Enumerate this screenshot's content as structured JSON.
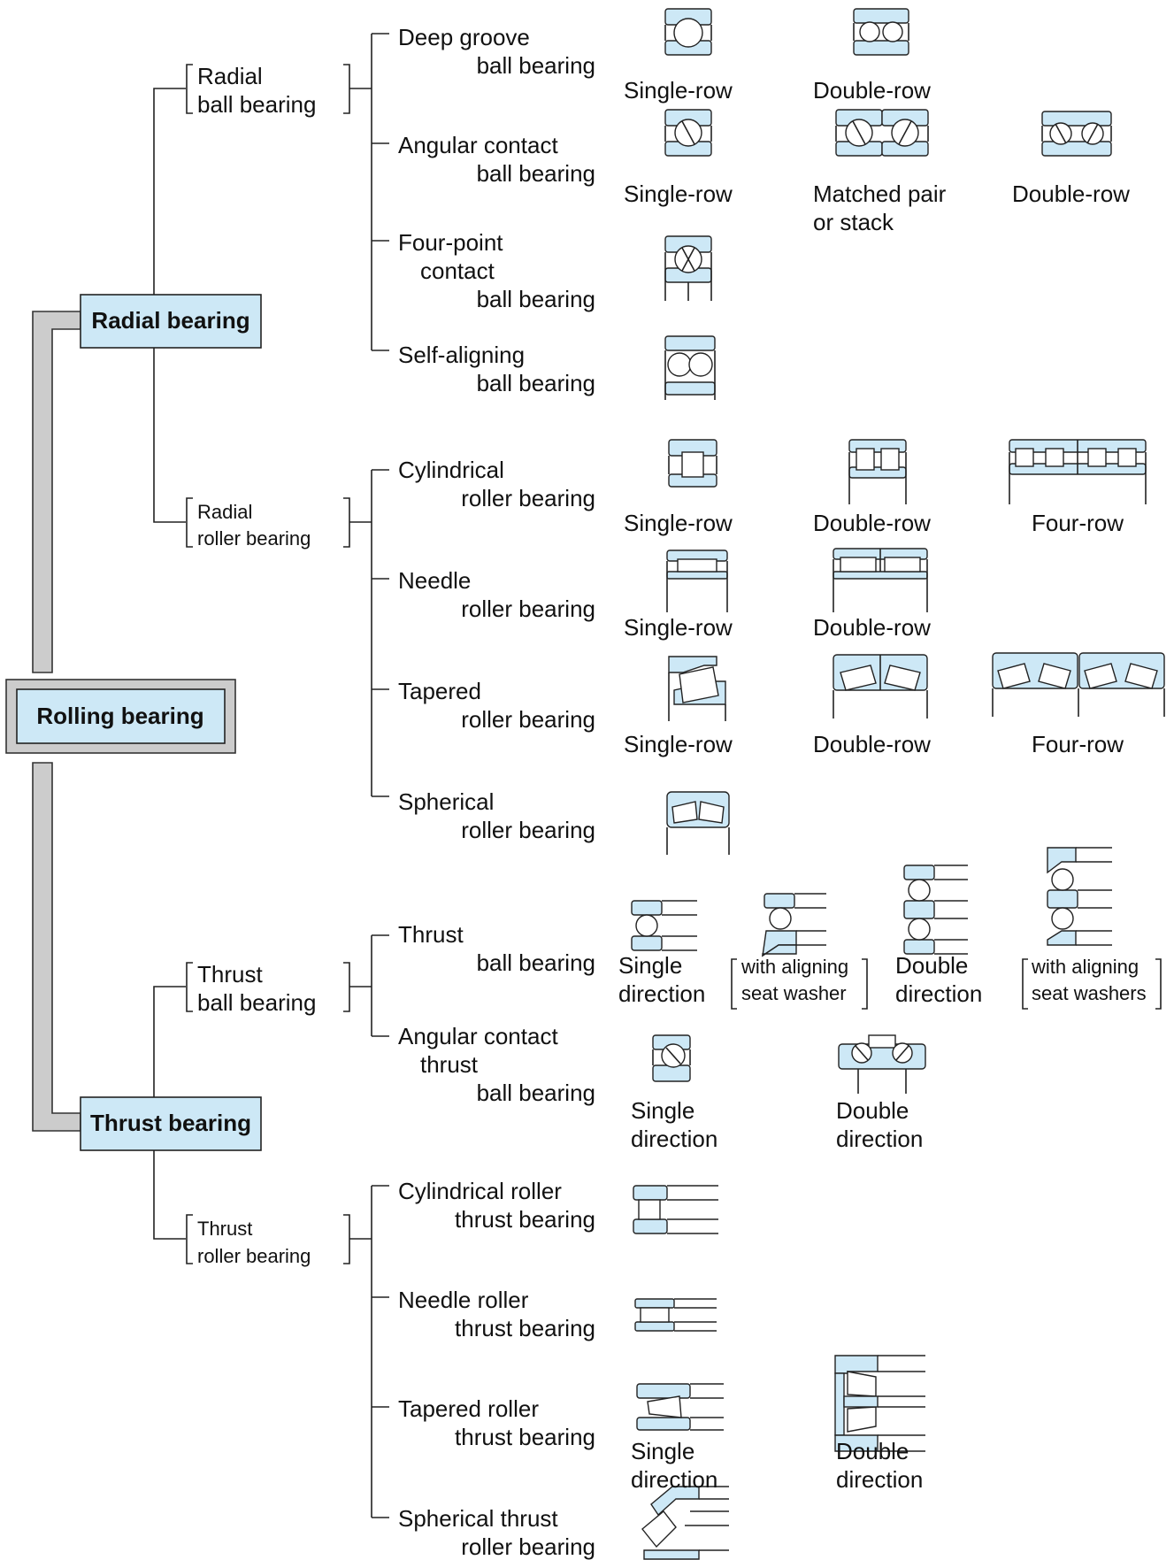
{
  "colors": {
    "box_fill": "#cde8f6",
    "trunk_gray": "#cccccc",
    "line": "#222222"
  },
  "root": {
    "label": "Rolling bearing"
  },
  "groups": {
    "radial": {
      "label": "Radial bearing"
    },
    "thrust": {
      "label": "Thrust bearing"
    }
  },
  "subgroups": {
    "radial_ball": [
      "Radial",
      "ball bearing"
    ],
    "radial_roller": [
      "Radial",
      "roller bearing"
    ],
    "thrust_ball": [
      "Thrust",
      "ball bearing"
    ],
    "thrust_roller": [
      "Thrust",
      "roller bearing"
    ]
  },
  "types": {
    "deep_groove": [
      "Deep groove",
      "ball bearing"
    ],
    "angular_contact": [
      "Angular contact",
      "ball bearing"
    ],
    "four_point": [
      "Four-point",
      "contact",
      "ball bearing"
    ],
    "self_aligning": [
      "Self-aligning",
      "ball bearing"
    ],
    "cylindrical": [
      "Cylindrical",
      "roller bearing"
    ],
    "needle": [
      "Needle",
      "roller bearing"
    ],
    "tapered": [
      "Tapered",
      "roller bearing"
    ],
    "spherical": [
      "Spherical",
      "roller bearing"
    ],
    "thrust_ball": [
      "Thrust",
      "ball bearing"
    ],
    "angular_thrust": [
      "Angular contact",
      "thrust",
      "ball bearing"
    ],
    "cyl_thrust": [
      "Cylindrical roller",
      "thrust bearing"
    ],
    "needle_thrust": [
      "Needle roller",
      "thrust bearing"
    ],
    "tapered_thrust": [
      "Tapered roller",
      "thrust bearing"
    ],
    "spherical_thrust": [
      "Spherical thrust",
      "roller bearing"
    ]
  },
  "variants": {
    "deep_single": "Single-row",
    "deep_double": "Double-row",
    "ang_single": "Single-row",
    "ang_matched": [
      "Matched pair",
      "or stack"
    ],
    "ang_double": "Double-row",
    "cyl_single": "Single-row",
    "cyl_double": "Double-row",
    "cyl_four": "Four-row",
    "needle_single": "Single-row",
    "needle_double": "Double-row",
    "tap_single": "Single-row",
    "tap_double": "Double-row",
    "tap_four": "Four-row",
    "tball_single": [
      "Single",
      "direction"
    ],
    "tball_single_aligning": [
      "with aligning",
      "seat washer"
    ],
    "tball_double": [
      "Double",
      "direction"
    ],
    "tball_double_aligning": [
      "with aligning",
      "seat washers"
    ],
    "angt_single": [
      "Single",
      "direction"
    ],
    "angt_double": [
      "Double",
      "direction"
    ],
    "taperedt_single": [
      "Single",
      "direction"
    ],
    "taperedt_double": [
      "Double",
      "direction"
    ]
  }
}
